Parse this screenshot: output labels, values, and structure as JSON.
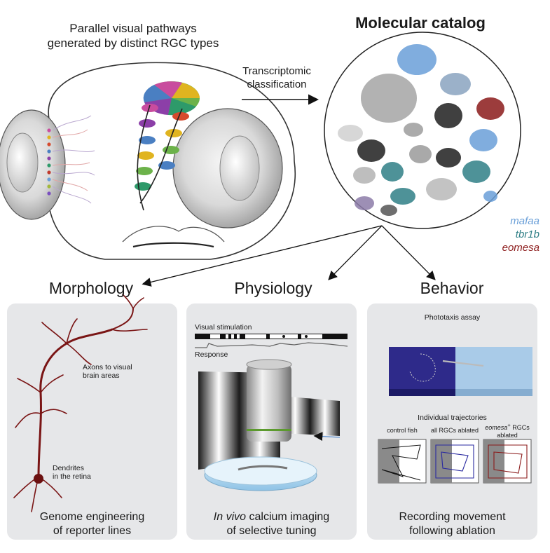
{
  "header": {
    "pathways_title_line1": "Parallel visual pathways",
    "pathways_title_line2": "generated by distinct RGC types",
    "catalog_title": "Molecular catalog",
    "arrow_label_line1": "Transcriptomic",
    "arrow_label_line2": "classification"
  },
  "legend": {
    "items": [
      {
        "label": "mafaa",
        "color": "#6a9fd8"
      },
      {
        "label": "tbr1b",
        "color": "#2f7f86"
      },
      {
        "label": "eomesa",
        "color": "#8b1a1a"
      }
    ]
  },
  "sections": {
    "morphology": {
      "heading": "Morphology",
      "label_axons_line1": "Axons to visual",
      "label_axons_line2": "brain areas",
      "label_dendrites_line1": "Dendrites",
      "label_dendrites_line2": "in the retina",
      "caption_line1": "Genome engineering",
      "caption_line2": "of reporter lines"
    },
    "physiology": {
      "heading": "Physiology",
      "label_stim": "Visual stimulation",
      "label_response": "Response",
      "caption_line1_italic": "In vivo",
      "caption_line1_rest": " calcium imaging",
      "caption_line2": "of selective tuning"
    },
    "behavior": {
      "heading": "Behavior",
      "label_assay": "Phototaxis assay",
      "label_trajectories": "Individual trajectories",
      "traj_control": "control fish",
      "traj_all": "all RGCs ablated",
      "traj_eomesa_italic": "eomesa",
      "traj_eomesa_sup": "+",
      "traj_eomesa_rest": " RGCs",
      "traj_eomesa_line2": "ablated",
      "caption_line1": "Recording movement",
      "caption_line2": "following ablation"
    }
  },
  "colors": {
    "dendrite_red": "#7a1515",
    "panel_bg": "#e6e7e9",
    "assay_dark": "#2e2a8a",
    "assay_light": "#a9cbe8"
  }
}
